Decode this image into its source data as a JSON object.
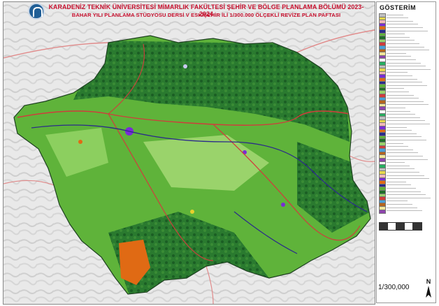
{
  "map": {
    "title_line1": "KARADENİZ TEKNİK ÜNİVERSİTESİ MİMARLIK FAKÜLTESİ ŞEHİR VE BÖLGE PLANLAMA BÖLÜMÜ 2023-2024",
    "title_line2": "BAHAR YILI PLANLAMA STÜDYOSU DERSİ V ESKİŞEHİR İLİ 1/300.000 ÖLÇEKLİ REVİZE PLAN PAFTASI",
    "colors": {
      "title": "#c8102e",
      "forest": "#1f6e2a",
      "agriculture": "#5fb33a",
      "light_green": "#9ad36b",
      "settlement": "#7a2bd6",
      "industry": "#e06a14",
      "roads": "#d03c3c",
      "rivers": "#2b2b8a",
      "terrain": "#dcdcdc"
    }
  },
  "legend": {
    "title": "GÖSTERİM",
    "scale": "1/300,000",
    "north": "N"
  }
}
